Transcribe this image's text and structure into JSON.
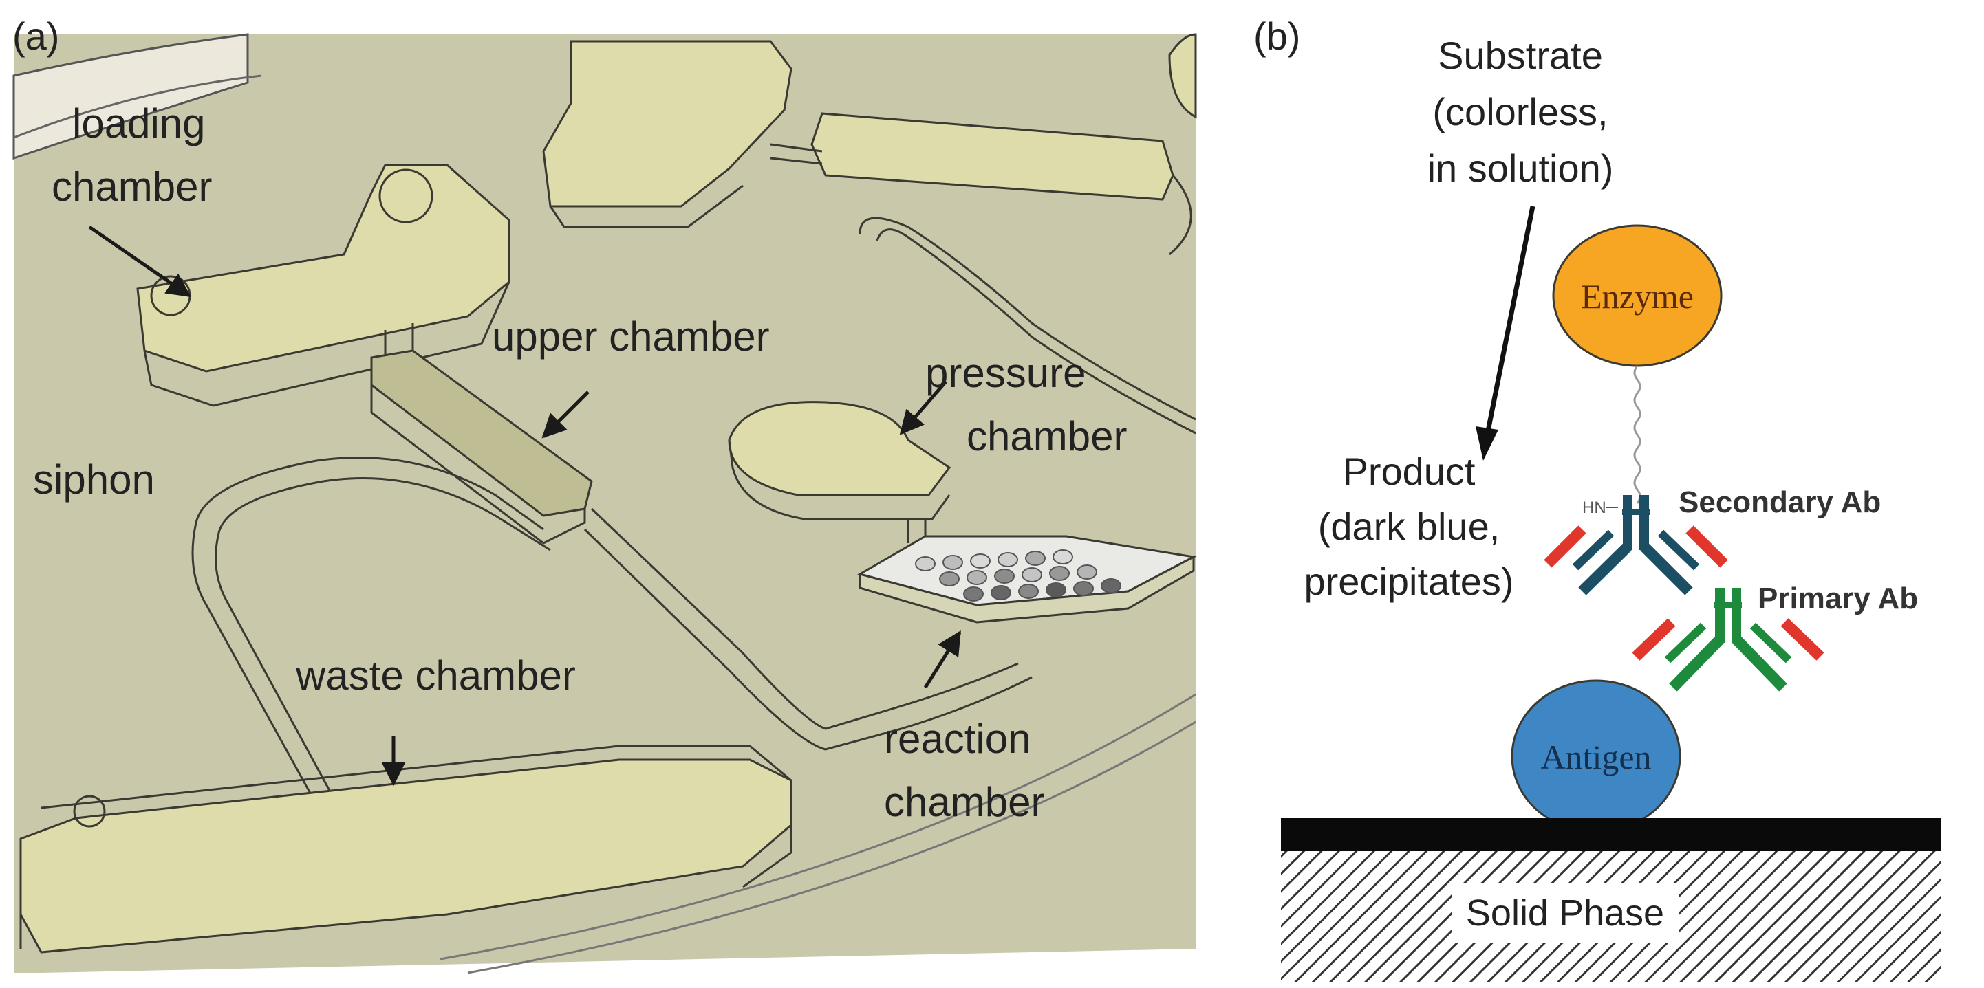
{
  "panel_a": {
    "tag": "(a)",
    "labels": {
      "loading_1": "loading",
      "loading_2": "chamber",
      "upper": "upper chamber",
      "pressure_1": "pressure",
      "pressure_2": "chamber",
      "siphon": "siphon",
      "waste": "waste chamber",
      "reaction_1": "reaction",
      "reaction_2": "chamber"
    }
  },
  "panel_b": {
    "tag": "(b)",
    "substrate_1": "Substrate",
    "substrate_2": "(colorless,",
    "substrate_3": "in solution)",
    "enzyme": "Enzyme",
    "product_1": "Product",
    "product_2": "(dark blue,",
    "product_3": "precipitates)",
    "linker": "HN",
    "secondary": "Secondary Ab",
    "primary": "Primary Ab",
    "antigen": "Antigen",
    "solid": "Solid Phase"
  },
  "colors": {
    "chip_background": "#c9c8aa",
    "chamber_fill": "#dedcaa",
    "outline": "#3a3a33",
    "enzyme": "#f7a623",
    "antigen": "#3f86c4",
    "secondary_ab": "#1c4f63",
    "primary_ab": "#1e8a3c",
    "ab_tips": "#e0362c"
  }
}
